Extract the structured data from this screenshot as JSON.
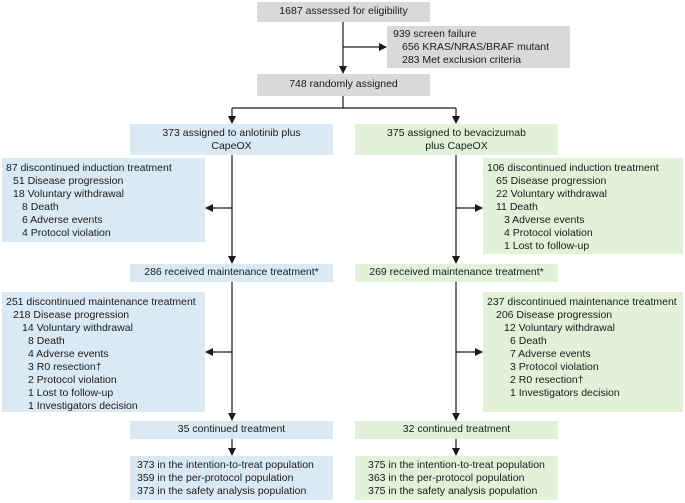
{
  "assessed": "1687 assessed for eligibility",
  "screen_failure": {
    "lines": [
      "939 screen failure",
      "656 KRAS/NRAS/BRAF mutant",
      "283 Met exclusion criteria"
    ]
  },
  "randomized": "748 randomly assigned",
  "arm_a": {
    "assigned": [
      "373 assigned to anlotinib plus",
      "CapeOX"
    ],
    "induction_discontinued": [
      "87 discontinued induction treatment",
      "51 Disease progression",
      "18 Voluntary withdrawal",
      "8 Death",
      "6 Adverse events",
      "4 Protocol violation"
    ],
    "maintenance": "286 received maintenance treatment*",
    "maintenance_discontinued": [
      "251 discontinued maintenance treatment",
      "218 Disease progression",
      "14 Voluntary withdrawal",
      "8 Death",
      "4 Adverse events",
      "3 R0 resection†",
      "2 Protocol violation",
      "1 Lost to follow-up",
      "1 Investigators decision"
    ],
    "continued": "35 continued treatment",
    "populations": [
      "373 in the intention-to-treat population",
      "359 in the per-protocol population",
      "373 in the safety analysis population"
    ]
  },
  "arm_b": {
    "assigned": [
      "375 assigned to bevacizumab",
      "plus CapeOX"
    ],
    "induction_discontinued": [
      "106 discontinued induction treatment",
      "65 Disease progression",
      "22 Voluntary withdrawal",
      "11 Death",
      "3 Adverse events",
      "4 Protocol violation",
      "1 Lost to follow-up"
    ],
    "maintenance": "269 received maintenance treatment*",
    "maintenance_discontinued": [
      "237 discontinued maintenance treatment",
      "206 Disease progression",
      "12 Voluntary withdrawal",
      "6 Death",
      "7 Adverse events",
      "3 Protocol violation",
      "2 R0 resection†",
      "1 Investigators decision"
    ],
    "continued": "32 continued treatment",
    "populations": [
      "375 in the intention-to-treat population",
      "363 in the per-protocol population",
      "375 in the safety analysis population"
    ]
  },
  "colors": {
    "gray": "#d9d9d9",
    "blue": "#dbe9f5",
    "green": "#e2f2d9",
    "line": "#1a1a1a"
  }
}
